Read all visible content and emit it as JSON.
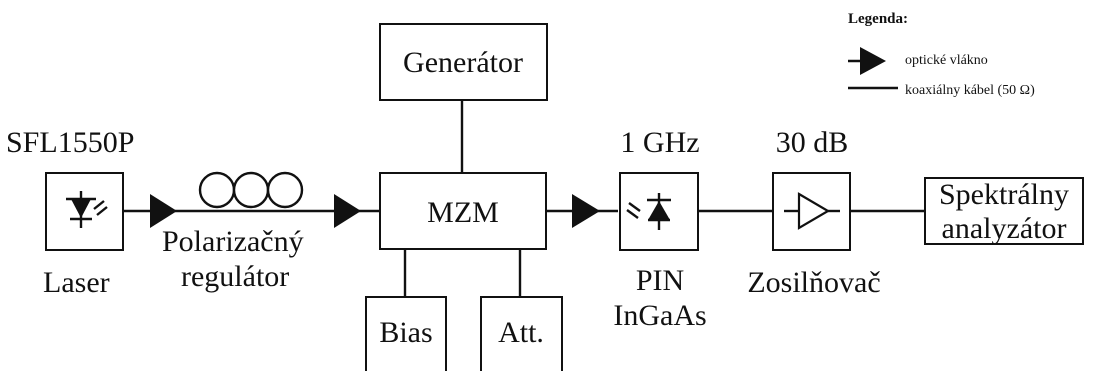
{
  "legend": {
    "title": "Legenda:",
    "fiber_label": "optické vlákno",
    "cable_label": "koaxiálny kábel (50 Ω)"
  },
  "blocks": {
    "laser": {
      "name": "Laser",
      "model": "SFL1550P"
    },
    "polarizer": {
      "line1": "Polarizačný",
      "line2": "regulátor"
    },
    "generator": {
      "label": "Generátor"
    },
    "mzm": {
      "label": "MZM"
    },
    "bias": {
      "label": "Bias"
    },
    "att": {
      "label": "Att."
    },
    "photodiode": {
      "spec": "1 GHz",
      "line1": "PIN",
      "line2": "InGaAs"
    },
    "amplifier": {
      "spec": "30 dB",
      "name": "Zosilňovač"
    },
    "analyzer": {
      "line1": "Spektrálny",
      "line2": "analyzátor"
    }
  }
}
